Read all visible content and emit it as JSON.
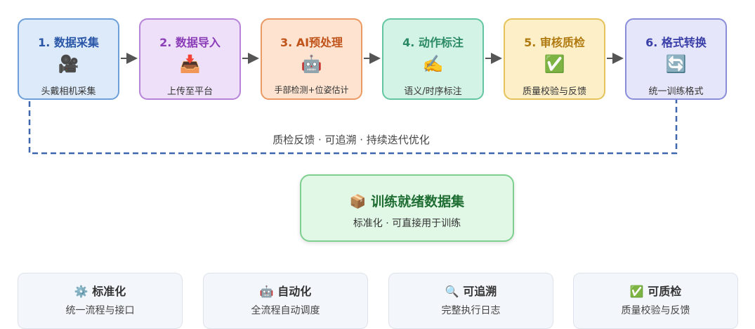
{
  "steps": [
    {
      "title": "1. 数据采集",
      "icon": "🎥",
      "icon_name": "video-camera-icon",
      "desc": "头戴相机采集"
    },
    {
      "title": "2. 数据导入",
      "icon": "📥",
      "icon_name": "inbox-tray-icon",
      "desc": "上传至平台"
    },
    {
      "title": "3. AI预处理",
      "icon": "🤖",
      "icon_name": "robot-icon",
      "desc": "手部检测+位姿估计"
    },
    {
      "title": "4. 动作标注",
      "icon": "✍️",
      "icon_name": "writing-hand-icon",
      "desc": "语义/时序标注"
    },
    {
      "title": "5. 审核质检",
      "icon": "✅",
      "icon_name": "check-mark-icon",
      "desc": "质量校验与反馈"
    },
    {
      "title": "6. 格式转换",
      "icon": "🔄",
      "icon_name": "refresh-arrows-icon",
      "desc": "统一训练格式"
    }
  ],
  "loop_label": "质检反馈 · 可追溯 · 持续迭代优化",
  "result": {
    "icon": "📦",
    "title": "训练就绪数据集",
    "subtitle": "标准化 · 可直接用于训练"
  },
  "features": [
    {
      "icon": "⚙️",
      "icon_name": "gear-icon",
      "title": "标准化",
      "desc": "统一流程与接口"
    },
    {
      "icon": "🤖",
      "icon_name": "robot-icon",
      "title": "自动化",
      "desc": "全流程自动调度"
    },
    {
      "icon": "🔍",
      "icon_name": "magnifier-icon",
      "title": "可追溯",
      "desc": "完整执行日志"
    },
    {
      "icon": "✅",
      "icon_name": "check-mark-icon",
      "title": "可质检",
      "desc": "质量校验与反馈"
    }
  ],
  "colors": {
    "arrow": "#555555",
    "loop_line": "#3f67ad"
  }
}
